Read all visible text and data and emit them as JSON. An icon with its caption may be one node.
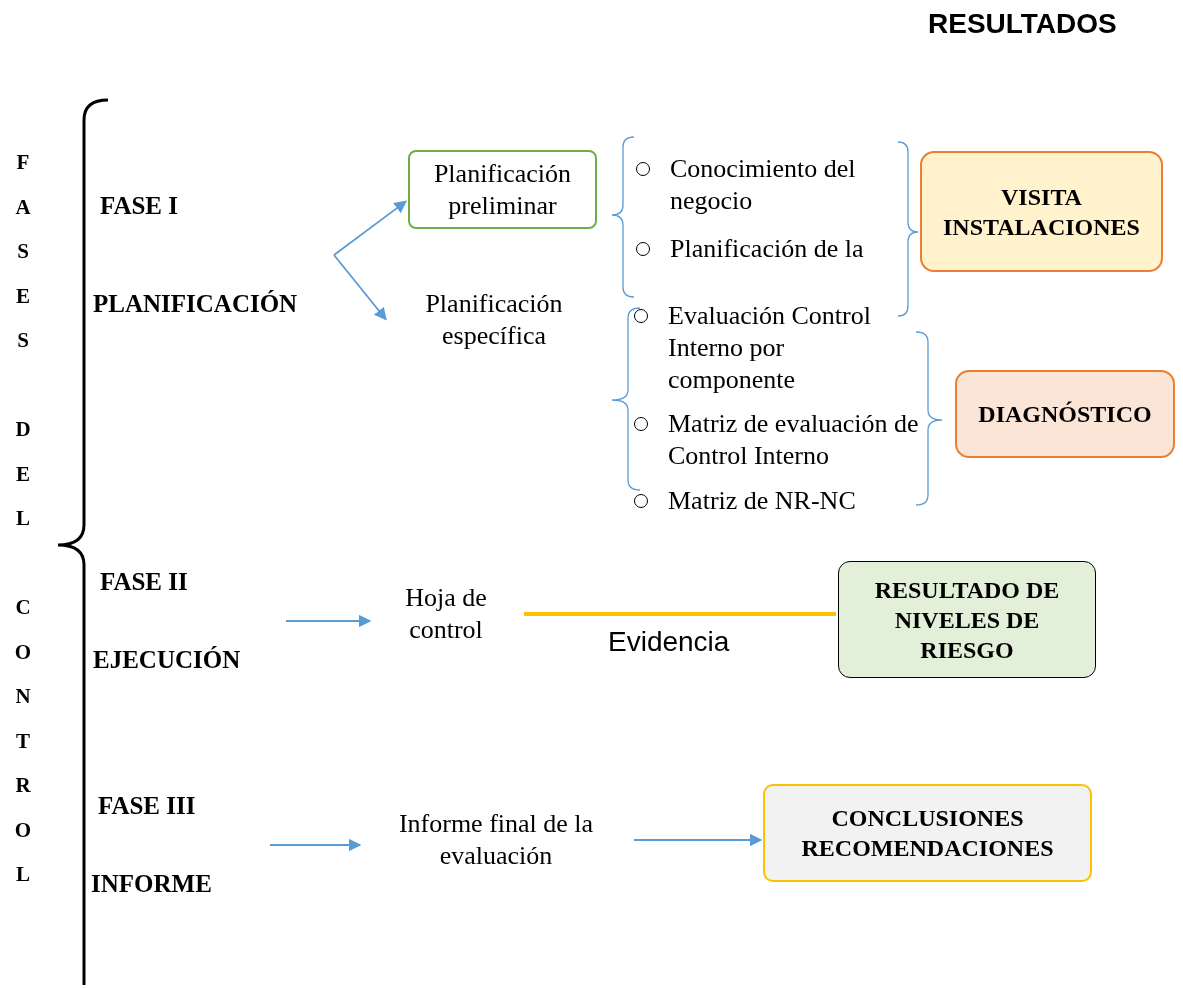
{
  "diagram": {
    "nodes": [
      {
        "text": [
          "FASE I",
          "PLANIFICACIÓN"
        ]
      },
      {
        "text": [
          "Planificación preliminar"
        ]
      },
      {
        "text": [
          "Planificación específica"
        ]
      },
      {
        "text": [
          "Conocimiento del negocio"
        ]
      },
      {
        "text": [
          "Planificación de la"
        ]
      },
      {
        "text": [
          "Evaluación Control Interno por componente"
        ]
      },
      {
        "text": [
          "Matriz de evaluación de Control Interno"
        ]
      },
      {
        "text": [
          "Matriz de NR-NC"
        ]
      },
      {
        "text": [
          "VISITA INSTALACIONES"
        ]
      },
      {
        "text": [
          "DIAGNÓSTICO"
        ]
      },
      {
        "text": [
          "FASE II",
          "EJECUCIÓN"
        ]
      },
      {
        "text": [
          "Hoja de control"
        ]
      },
      {
        "text": [
          "RESULTADO DE NIVELES DE RIESGO"
        ]
      },
      {
        "text": [
          "FASE III",
          "INFORME"
        ]
      },
      {
        "text": [
          "Informe final de la evaluación"
        ]
      },
      {
        "text": [
          "CONCLUSIONES RECOMENDACIONES"
        ]
      }
    ],
    "edges": [
      {
        "from": 0,
        "to": 1,
        "arrow": "to"
      },
      {
        "from": 0,
        "to": 2,
        "arrow": "to"
      },
      {
        "from": 10,
        "to": 11,
        "arrow": "to"
      },
      {
        "from": 11,
        "to": 12,
        "arrow": "none",
        "label": "Evidencia",
        "style": "thick",
        "color": "#ffc000"
      },
      {
        "from": 13,
        "to": 14,
        "arrow": "to"
      },
      {
        "from": 14,
        "to": 15,
        "arrow": "to"
      }
    ],
    "labels": [
      "RESULTADOS",
      "FASES DEL CONTROL"
    ]
  }
}
